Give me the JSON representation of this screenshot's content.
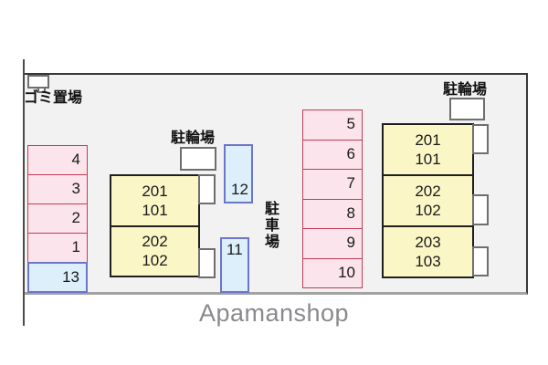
{
  "labels": {
    "garbage": "ゴミ置場",
    "bike_parking_middle": "駐輪場",
    "bike_parking_right": "駐輪場",
    "parking_lot": "駐車場"
  },
  "left_parking_column": {
    "spots": [
      {
        "num": "4",
        "type": "pink"
      },
      {
        "num": "3",
        "type": "pink"
      },
      {
        "num": "2",
        "type": "pink"
      },
      {
        "num": "1",
        "type": "pink"
      },
      {
        "num": "13",
        "type": "blue"
      }
    ]
  },
  "right_parking_column": {
    "spots": [
      {
        "num": "5",
        "type": "pink"
      },
      {
        "num": "6",
        "type": "pink"
      },
      {
        "num": "7",
        "type": "pink"
      },
      {
        "num": "8",
        "type": "pink"
      },
      {
        "num": "9",
        "type": "pink"
      },
      {
        "num": "10",
        "type": "pink"
      }
    ]
  },
  "standalone_spots": {
    "spot12": "12",
    "spot11": "11"
  },
  "building_middle": {
    "rooms": [
      {
        "upper": "201",
        "lower": "101"
      },
      {
        "upper": "202",
        "lower": "102"
      }
    ]
  },
  "building_right": {
    "rooms": [
      {
        "upper": "201",
        "lower": "101"
      },
      {
        "upper": "202",
        "lower": "102"
      },
      {
        "upper": "203",
        "lower": "103"
      }
    ]
  },
  "footer": {
    "brand": "Apamanshop"
  },
  "colors": {
    "map_bg": "#F2F2F3",
    "pink_fill": "#FCE4EC",
    "pink_border": "#C23B55",
    "blue_fill": "#DCEFFA",
    "blue_border": "#6C76C9",
    "yellow_fill": "#FBF6C6",
    "building_border": "#1F1F1F",
    "white_box_border": "#6E6E6E",
    "bottom_border": "#A2A2A2",
    "brand_grey": "#8A8A8E"
  }
}
